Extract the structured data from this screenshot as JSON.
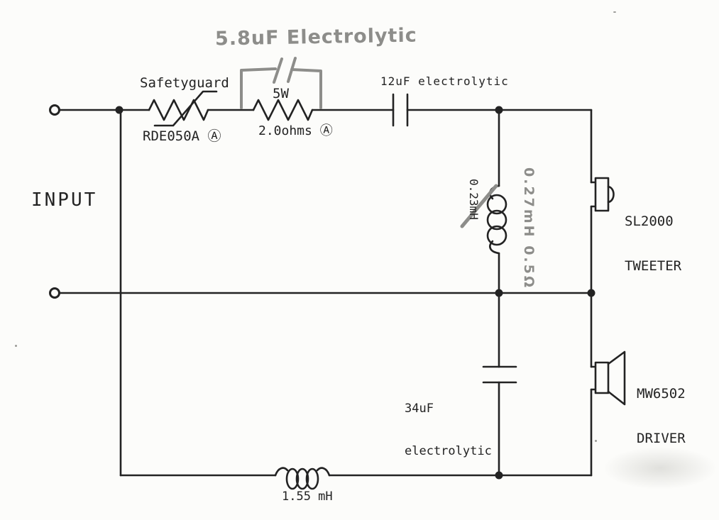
{
  "schematic": {
    "pencil_title": "5.8uF Electrolytic",
    "input_label": "INPUT",
    "safetyguard_label": "Safetyguard",
    "safetyguard_part": "RDE050A Ⓐ",
    "series_resistor_power": "5W",
    "series_resistor_value": "2.0ohms Ⓐ",
    "highpass_cap_label": "12uF electrolytic",
    "shunt_inductor_old_value": "0.23mH",
    "shunt_inductor_pencil_value": "0.27mH 0.5Ω",
    "tweeter_model": "SL2000",
    "tweeter_kind": "TWEETER",
    "lowpass_cap_value": "34uF",
    "lowpass_cap_kind": "electrolytic",
    "driver_model": "MW6502",
    "driver_kind": "DRIVER",
    "series_inductor_value": "1.55 mH",
    "colors": {
      "ink": "#232323",
      "pencil": "#8d8d8a",
      "paper": "#fcfcfa"
    }
  }
}
